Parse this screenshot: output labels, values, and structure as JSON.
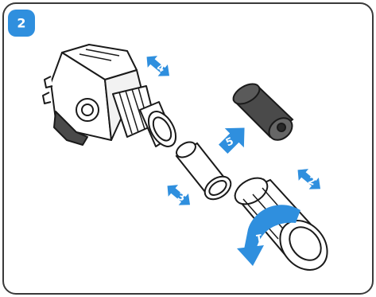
{
  "step": {
    "number": "2"
  },
  "arrows": {
    "a1": "1",
    "a2": "2",
    "a3": "3",
    "a4": "4",
    "a5": "5"
  },
  "colors": {
    "accent": "#2f8fde",
    "line": "#1a1a1a",
    "frame": "#3a3a3a",
    "dark_part": "#4a4a4a"
  }
}
